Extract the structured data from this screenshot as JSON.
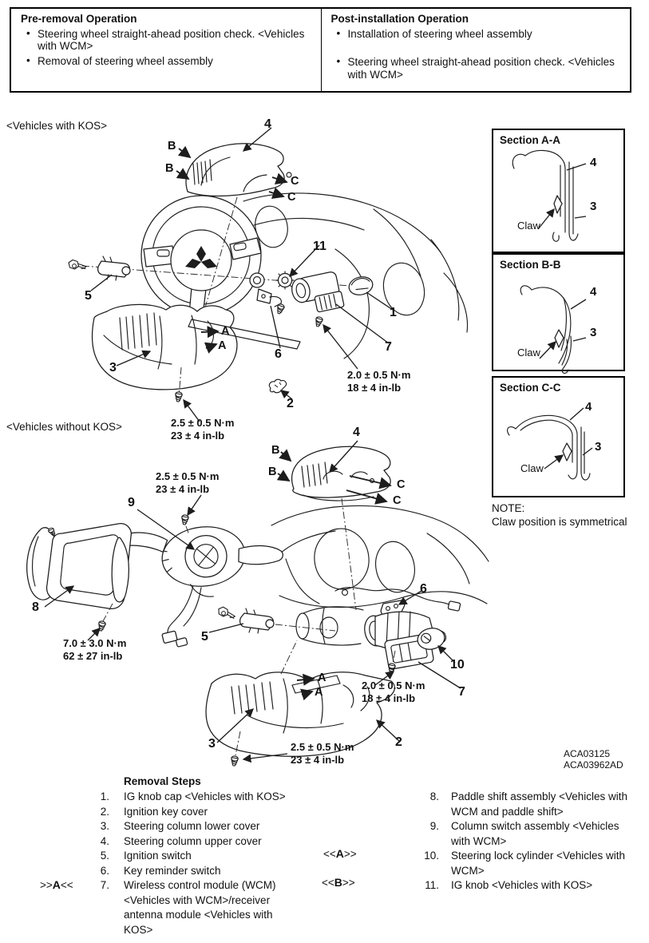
{
  "op_table": {
    "left": {
      "title": "Pre-removal Operation",
      "bullets": [
        "Steering wheel straight-ahead position check. <Vehicles with WCM>",
        "Removal of steering wheel assembly"
      ]
    },
    "right": {
      "title": "Post-installation Operation",
      "bullets": [
        "Installation of steering wheel assembly",
        "Steering wheel straight-ahead position check. <Vehicles with WCM>"
      ]
    }
  },
  "diagram1": {
    "caption": "<Vehicles with KOS>",
    "callouts": {
      "n1": "1",
      "n2": "2",
      "n3": "3",
      "n4": "4",
      "n5": "5",
      "n6": "6",
      "n7": "7",
      "n11": "11",
      "a": "A",
      "b": "B",
      "c": "C"
    },
    "torque_20": {
      "line1": "2.0 ± 0.5 N·m",
      "line2": "18 ± 4 in-lb"
    },
    "torque_25": {
      "line1": "2.5 ± 0.5 N·m",
      "line2": "23 ± 4 in-lb"
    }
  },
  "diagram2": {
    "caption": "<Vehicles without KOS>",
    "callouts": {
      "n2": "2",
      "n3": "3",
      "n4": "4",
      "n5": "5",
      "n6": "6",
      "n7": "7",
      "n8": "8",
      "n9": "9",
      "n10": "10",
      "a": "A",
      "b": "B",
      "c": "C"
    },
    "torque_25_top": {
      "line1": "2.5 ± 0.5 N·m",
      "line2": "23 ± 4 in-lb"
    },
    "torque_70": {
      "line1": "7.0 ± 3.0 N·m",
      "line2": "62 ± 27 in-lb"
    },
    "torque_20": {
      "line1": "2.0 ± 0.5 N·m",
      "line2": "18 ± 4 in-lb"
    },
    "torque_25_bottom": {
      "line1": "2.5 ± 0.5 N·m",
      "line2": "23 ± 4 in-lb"
    }
  },
  "sections": {
    "a": {
      "title": "Section A-A",
      "claw": "Claw",
      "n4": "4",
      "n3": "3"
    },
    "b": {
      "title": "Section B-B",
      "claw": "Claw",
      "n4": "4",
      "n3": "3"
    },
    "c": {
      "title": "Section C-C",
      "claw": "Claw",
      "n4": "4",
      "n3": "3"
    },
    "note_title": "NOTE:",
    "note_text": "Claw position is symmetrical"
  },
  "figure_codes": {
    "code1": "ACA03125",
    "code2": "ACA03962AD"
  },
  "removal": {
    "title": "Removal Steps",
    "left_steps": [
      {
        "num": "1.",
        "text": "IG knob cap <Vehicles with KOS>"
      },
      {
        "num": "2.",
        "text": "Ignition key cover"
      },
      {
        "num": "3.",
        "text": "Steering column lower cover"
      },
      {
        "num": "4.",
        "text": "Steering column upper cover"
      },
      {
        "num": "5.",
        "text": "Ignition switch"
      },
      {
        "num": "6.",
        "text": "Key reminder switch"
      },
      {
        "num": "7.",
        "text": "Wireless control module (WCM) <Vehicles with WCM>/receiver antenna module <Vehicles with KOS>"
      }
    ],
    "right_steps": [
      {
        "num": "8.",
        "text": "Paddle shift assembly <Vehicles with WCM and paddle shift>"
      },
      {
        "num": "9.",
        "text": "Column switch assembly <Vehicles with WCM>"
      },
      {
        "num": "10.",
        "text": "Steering lock cylinder <Vehicles with WCM>"
      },
      {
        "num": "11.",
        "text": "IG knob <Vehicles with KOS>"
      }
    ],
    "marker_a_install": {
      "pre": ">>",
      "letter": "A",
      "post": "<<"
    },
    "marker_a_remove": {
      "pre": "<<",
      "letter": "A",
      "post": ">>"
    },
    "marker_b_remove": {
      "pre": "<<",
      "letter": "B",
      "post": ">>"
    }
  }
}
